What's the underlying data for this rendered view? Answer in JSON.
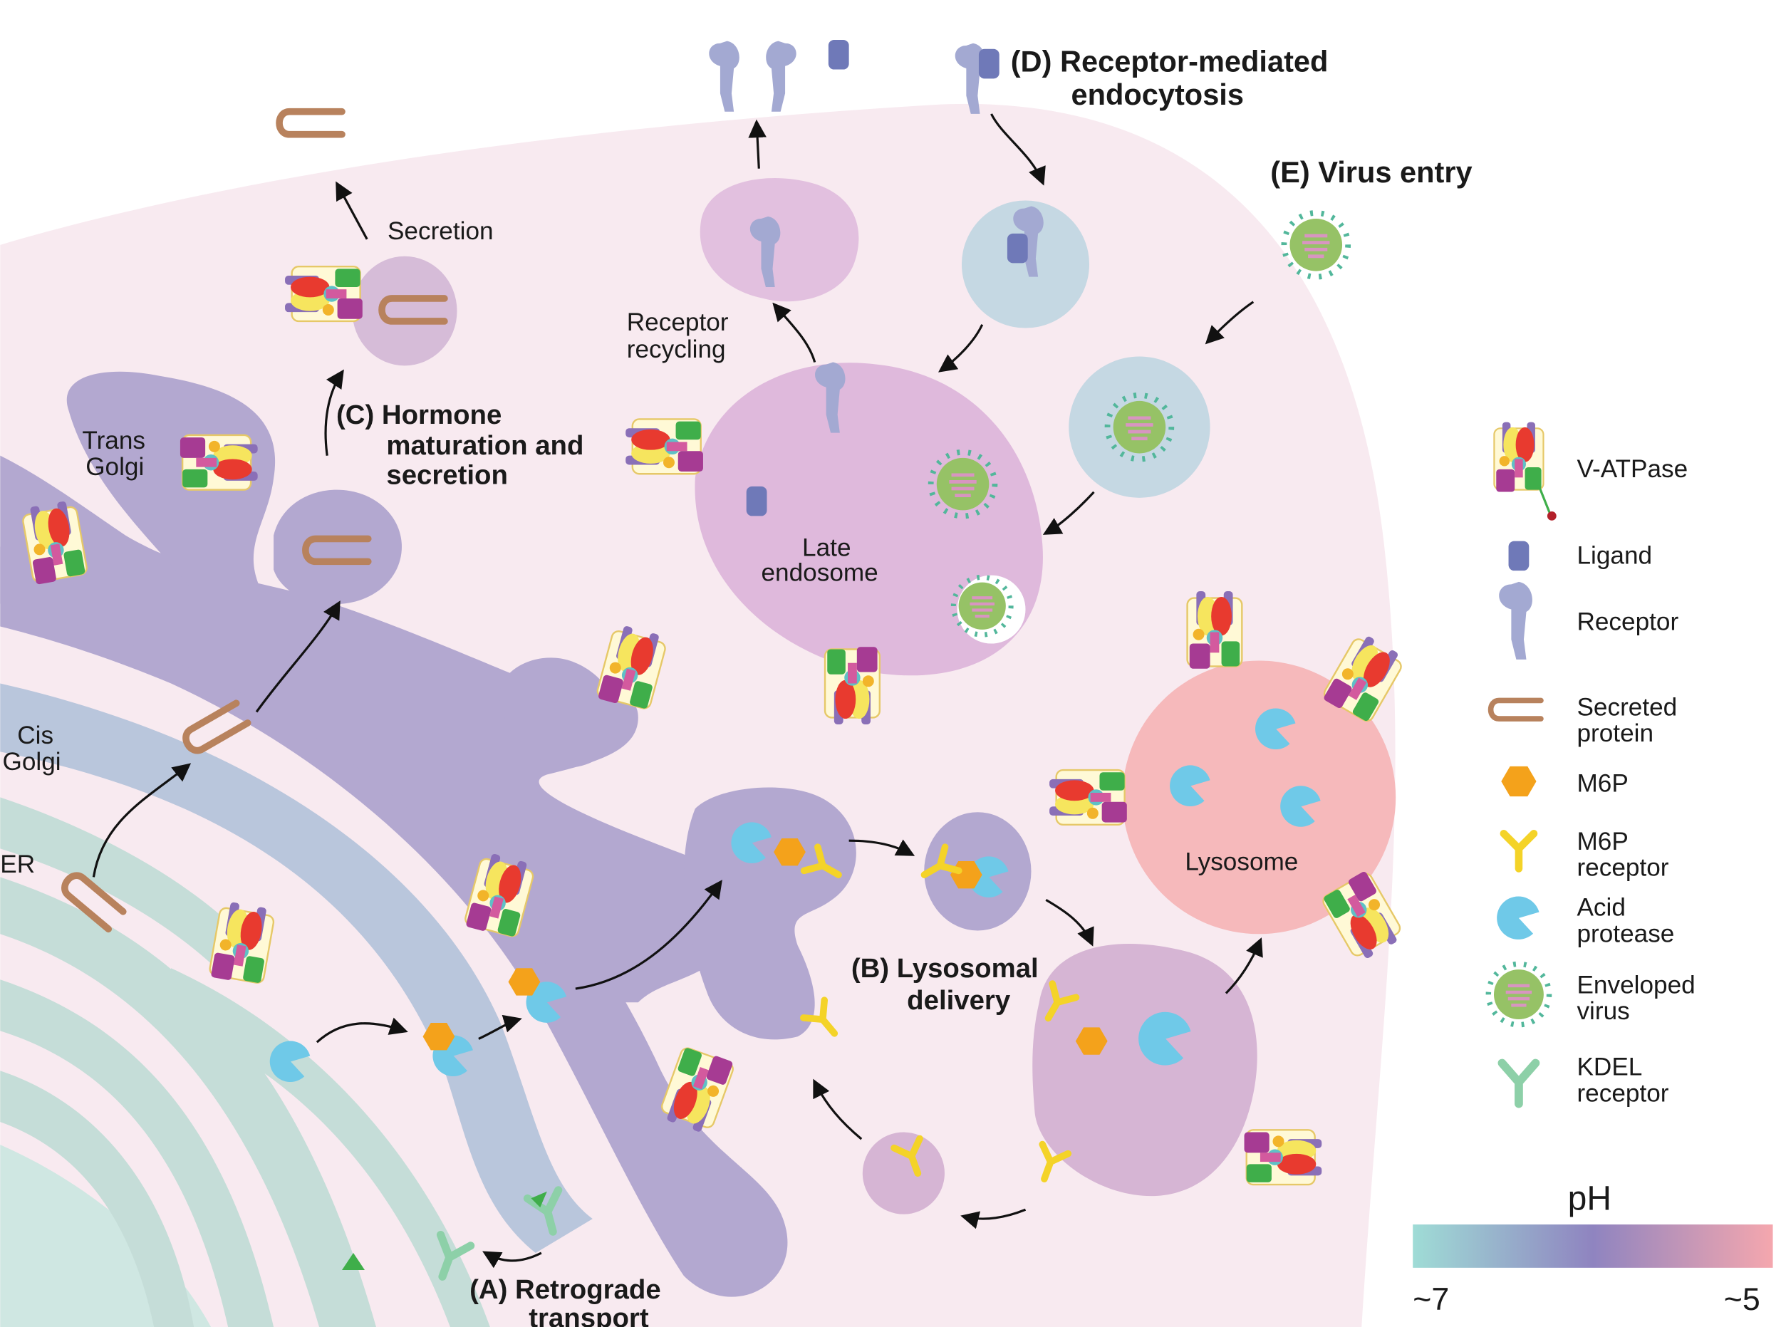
{
  "pathways": {
    "a_line1": "(A) Retrograde",
    "a_line2": "transport",
    "b_line1": "(B) Lysosomal",
    "b_line2": "delivery",
    "c_line1": "(C) Hormone",
    "c_line2": "maturation and",
    "c_line3": "secretion",
    "d_line1": "(D) Receptor-mediated",
    "d_line2": "endocytosis",
    "e_line1": "(E) Virus entry"
  },
  "compartments": {
    "er": "ER",
    "cis_1": "Cis",
    "cis_2": "Golgi",
    "trans_1": "Trans",
    "trans_2": "Golgi",
    "late_1": "Late",
    "late_2": "endosome",
    "lysosome": "Lysosome"
  },
  "processes": {
    "secretion": "Secretion",
    "recycling_1": "Receptor",
    "recycling_2": "recycling"
  },
  "legend": {
    "items": [
      {
        "icon": "v-atpase-icon",
        "line1": "V-ATPase",
        "line2": ""
      },
      {
        "icon": "ligand-icon",
        "line1": "Ligand",
        "line2": ""
      },
      {
        "icon": "receptor-icon",
        "line1": "Receptor",
        "line2": ""
      },
      {
        "icon": "secreted-protein-icon",
        "line1": "Secreted",
        "line2": "protein"
      },
      {
        "icon": "m6p-icon",
        "line1": "M6P",
        "line2": ""
      },
      {
        "icon": "m6p-receptor-icon",
        "line1": "M6P",
        "line2": "receptor"
      },
      {
        "icon": "acid-protease-icon",
        "line1": "Acid",
        "line2": "protease"
      },
      {
        "icon": "enveloped-virus-icon",
        "line1": "Enveloped",
        "line2": "virus"
      },
      {
        "icon": "kdel-receptor-icon",
        "line1": "KDEL",
        "line2": "receptor"
      }
    ]
  },
  "ph_scale": {
    "title": "pH",
    "low_label": "~7",
    "high_label": "~5",
    "colors": [
      "#9fdcd6",
      "#8f84c0",
      "#f5a7ae"
    ]
  },
  "colors": {
    "cytoplasm": "#f8eaf0",
    "er": "#c5ddd8",
    "cis_golgi": "#b9c6dc",
    "trans_golgi": "#b3a8d0",
    "late_endosome": "#dfb9dc",
    "early_endosome": "#c5d8e3",
    "lysosome": "#f6b9bb",
    "receptor": "#a3a9d2",
    "ligand": "#6f79b8",
    "secreted_protein": "#b8825d",
    "m6p": "#f4a21b",
    "m6p_receptor": "#f4d328",
    "acid_protease": "#6fc9e8",
    "virus_body": "#96c266",
    "virus_spike": "#52b79b",
    "kdel": "#8dd0a8"
  }
}
